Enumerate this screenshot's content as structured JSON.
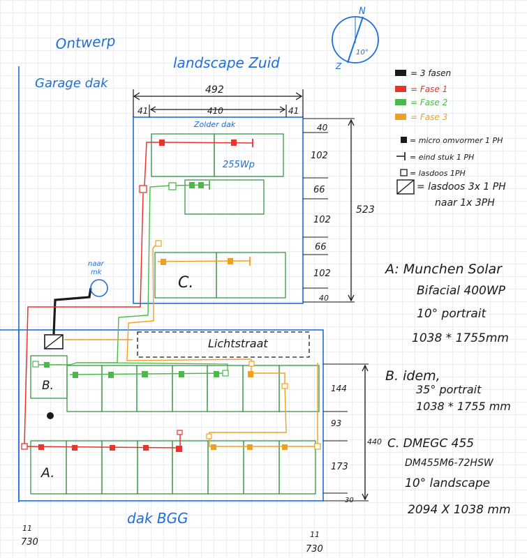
{
  "colors": {
    "grid": "#d9dde2",
    "blue": "#1f6fd8",
    "black": "#1a1a1a",
    "panel": "#2e8a3a",
    "red": "#e8342a",
    "green": "#4cb84a",
    "orange": "#f0a020"
  },
  "titles": {
    "ontwerp": "Ontwerp",
    "garage": "Garage dak",
    "landscape": "landscape Zuid",
    "bottom": "dak BGG",
    "zolder": "Zolder dak",
    "wp": "255Wp",
    "lichtstraat": "Lichtstraat",
    "naar_mk": [
      "naar",
      "mk"
    ],
    "compass_n": "N",
    "compass_z": "Z",
    "compass_deg": "10°"
  },
  "dimensions": {
    "top_total": "492",
    "top_left": "41",
    "top_mid": "410",
    "top_right": "41",
    "right_upper": [
      "40",
      "102",
      "66",
      "102",
      "66",
      "102",
      "40"
    ],
    "right_upper_total": "523",
    "right_lower": [
      "144",
      "93",
      "173",
      "30"
    ],
    "right_lower_total": "440",
    "corner_left": [
      "11",
      "730"
    ],
    "corner_right": [
      "11",
      "730"
    ]
  },
  "roof_labels": {
    "a": "A.",
    "b": "B.",
    "c": "C."
  },
  "legend": [
    {
      "text": "= 3 fasen",
      "color": "black"
    },
    {
      "text": "= Fase 1",
      "color": "red"
    },
    {
      "text": "= Fase 2",
      "color": "green"
    },
    {
      "text": "= Fase 3",
      "color": "orange"
    },
    {
      "text": "= micro omvormer 1 PH",
      "color": "black"
    },
    {
      "text": "= eind stuk 1 PH",
      "color": "black"
    },
    {
      "text": "= lasdoos 1PH",
      "color": "black"
    },
    {
      "text": "= lasdoos 3x 1 PH",
      "color": "black"
    },
    {
      "text": "naar 1x 3PH",
      "color": "black"
    }
  ],
  "specs": [
    "A: Munchen Solar",
    "Bifacial 400WP",
    "10° portrait",
    "1038 * 1755mm",
    "B. idem,",
    "35° portrait",
    "1038 * 1755 mm",
    "C. DMEGC 455",
    "DM455M6-72HSW",
    "10° landscape",
    "2094 X 1038 mm"
  ]
}
